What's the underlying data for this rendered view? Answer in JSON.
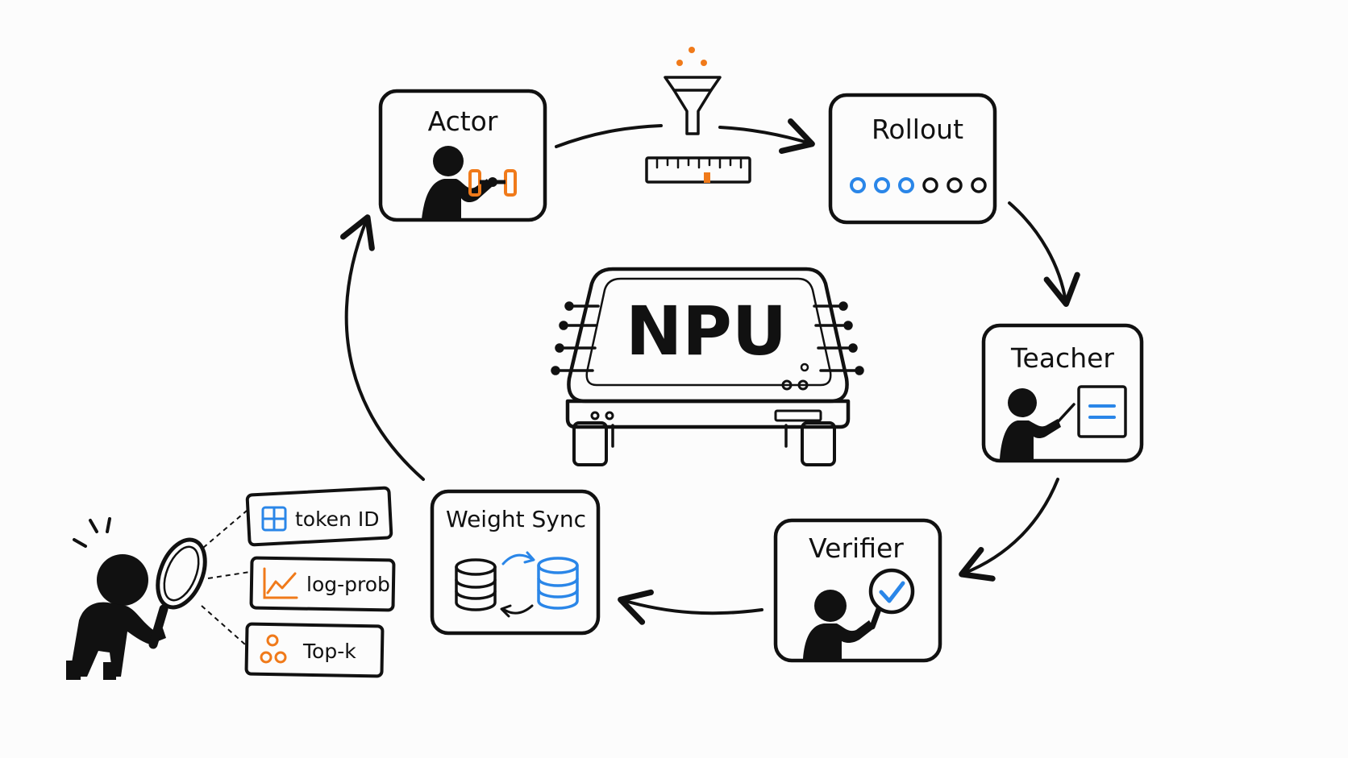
{
  "nodes": {
    "actor": "Actor",
    "rollout": "Rollout",
    "teacher": "Teacher",
    "verifier": "Verifier",
    "weight_sync": "Weight Sync"
  },
  "center": {
    "label": "NPU"
  },
  "inspect": {
    "items": [
      {
        "label": "token ID",
        "icon": "grid-icon"
      },
      {
        "label": "log-prob",
        "icon": "line-chart-icon"
      },
      {
        "label": "Top-k",
        "icon": "dots-cluster-icon"
      }
    ]
  },
  "rollout": {
    "dots_blue": 3,
    "dots_black": 3
  },
  "colors": {
    "ink": "#111111",
    "accent_orange": "#f07a1a",
    "accent_blue": "#2a86e8",
    "background": "#fcfcfc"
  },
  "icons": [
    "funnel-icon",
    "ruler-icon",
    "dumbbell-icon",
    "magnifier-icon",
    "database-icon",
    "checkmark-icon",
    "whiteboard-icon",
    "sync-arrows-icon"
  ]
}
